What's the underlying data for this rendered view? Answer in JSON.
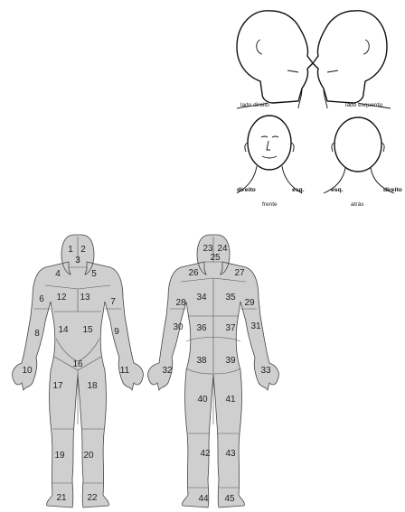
{
  "head_views": {
    "right_side": "lado direito",
    "left_side": "lado esquerdo",
    "front": "frente",
    "back": "atrás",
    "front_right": "direito",
    "front_left": "esq.",
    "back_left": "esq.",
    "back_right": "direito"
  },
  "front_regions": [
    "1",
    "2",
    "3",
    "4",
    "5",
    "6",
    "12",
    "13",
    "7",
    "8",
    "14",
    "15",
    "9",
    "10",
    "16",
    "11",
    "17",
    "18",
    "19",
    "20",
    "21",
    "22"
  ],
  "back_regions": [
    "23",
    "24",
    "25",
    "26",
    "27",
    "28",
    "34",
    "35",
    "29",
    "30",
    "36",
    "37",
    "31",
    "32",
    "38",
    "39",
    "33",
    "40",
    "41",
    "42",
    "43",
    "44",
    "45"
  ]
}
